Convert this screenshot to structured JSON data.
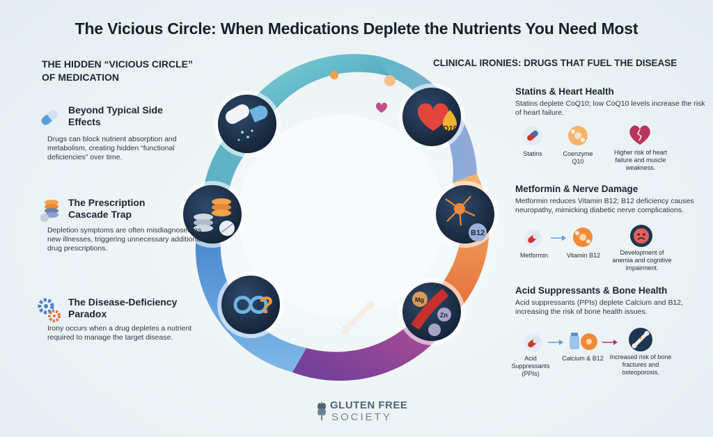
{
  "title": "The Vicious Circle: When Medications Deplete the Nutrients You Need Most",
  "left_heading": "THE HIDDEN “VICIOUS CIRCLE” OF MEDICATION",
  "right_heading": "CLINICAL IRONIES: DRUGS THAT FUEL THE DISEASE",
  "left_sections": [
    {
      "title": "Beyond Typical Side Effects",
      "text": "Drugs can block nutrient absorption and metabolism, creating hidden “functional deficiencies” over time.",
      "icon": "capsule-icon"
    },
    {
      "title": "The Prescription Cascade Trap",
      "text": "Depletion symptoms are often misdiagnosed as new illnesses, triggering unnecessary additional drug prescriptions.",
      "icon": "pill-stack-icon"
    },
    {
      "title": "The Disease-Deficiency Paradox",
      "text": "Irony occurs when a drug depletes a nutrient required to manage the target disease.",
      "icon": "gears-icon"
    }
  ],
  "right_sections": [
    {
      "title": "Statins & Heart Health",
      "text": "Statins deplete CoQ10; low CoQ10 levels increase the risk of heart failure.",
      "flow": [
        "Statins",
        "Coenzyme Q10",
        "Higher risk of heart failure and muscle weakness."
      ]
    },
    {
      "title": "Metformin & Nerve Damage",
      "text": "Metformin reduces Vitamin B12; B12 deficiency causes neuropathy, mimicking diabetic nerve complications.",
      "flow": [
        "Metformin",
        "Vitamin B12",
        "Development of anemia and cognitive impairment."
      ]
    },
    {
      "title": "Acid Suppressants & Bone Health",
      "text": "Acid suppressants (PPIs) deplete Calcium and B12, increasing the risk of bone health issues.",
      "flow": [
        "Acid Suppressants (PPIs)",
        "Calcium & B12",
        "Increased risk of bone fractures and osteoporosis."
      ]
    }
  ],
  "ring_labels": {
    "q10": "Q10",
    "b12": "B12",
    "mg": "Mg",
    "zn": "Zn",
    "question": "?"
  },
  "logo": {
    "line1": "GLUTEN FREE",
    "line2": "SOCIETY"
  },
  "colors": {
    "teal": "#3aa6b3",
    "navy": "#1f3550",
    "orange": "#f08a3a",
    "purple": "#7b4f9e",
    "blue": "#4f8fd6"
  }
}
